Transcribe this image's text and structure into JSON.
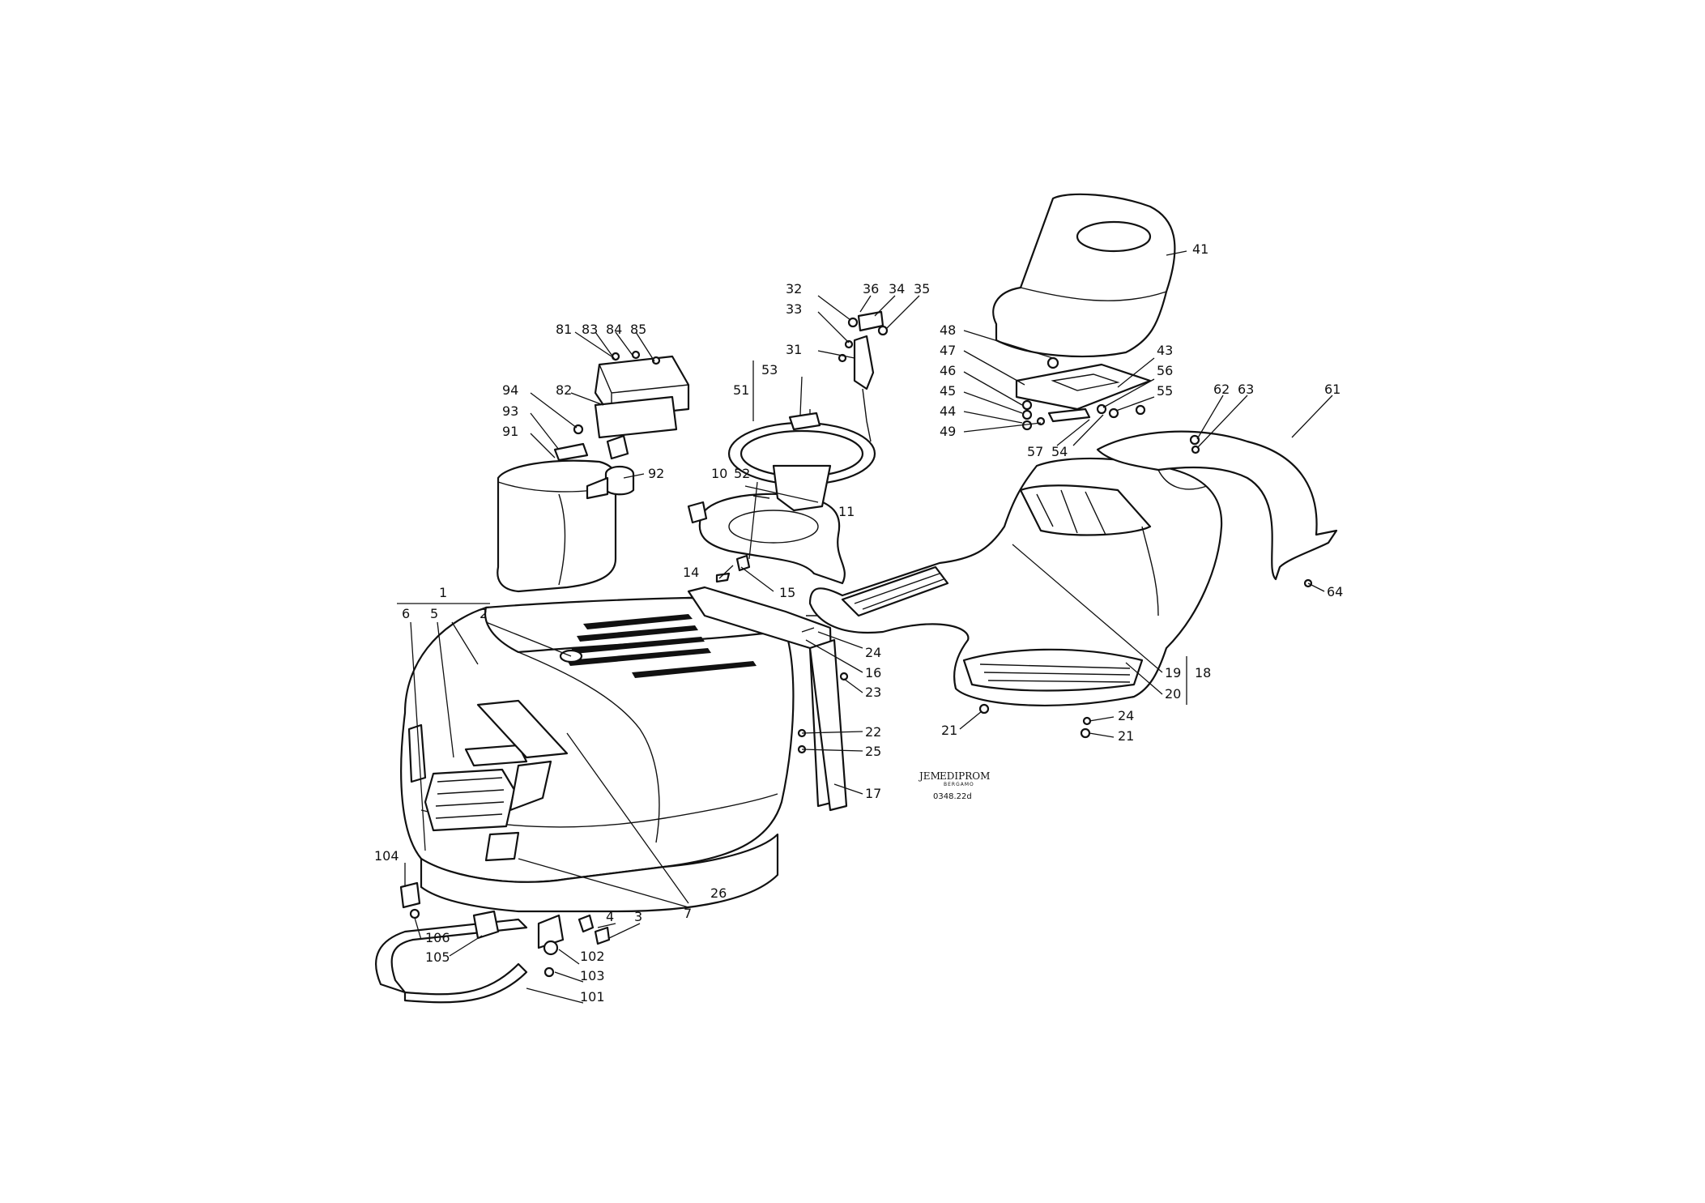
{
  "drawing": {
    "logo": {
      "name": "EDIPROM",
      "sub": "BERGAMO",
      "mark": "JEM"
    },
    "code": "0348.22d"
  },
  "callouts": {
    "c1": "1",
    "c2": "2",
    "c3": "3",
    "c4": "4",
    "c5": "5",
    "c6": "6",
    "c7": "7",
    "c10": "10",
    "c11": "11",
    "c14": "14",
    "c15": "15",
    "c16": "16",
    "c17": "17",
    "c18": "18",
    "c19": "19",
    "c20": "20",
    "c21a": "21",
    "c21b": "21",
    "c22": "22",
    "c23": "23",
    "c24a": "24",
    "c24b": "24",
    "c25": "25",
    "c26": "26",
    "c31": "31",
    "c32": "32",
    "c33": "33",
    "c34": "34",
    "c35": "35",
    "c36": "36",
    "c41": "41",
    "c43": "43",
    "c44": "44",
    "c45": "45",
    "c46": "46",
    "c47": "47",
    "c48": "48",
    "c49": "49",
    "c51": "51",
    "c52": "52",
    "c53": "53",
    "c54": "54",
    "c55": "55",
    "c56": "56",
    "c57": "57",
    "c61": "61",
    "c62": "62",
    "c63": "63",
    "c64": "64",
    "c81": "81",
    "c82": "82",
    "c83": "83",
    "c84": "84",
    "c85": "85",
    "c91": "91",
    "c92": "92",
    "c93": "93",
    "c94": "94",
    "c101": "101",
    "c102": "102",
    "c103": "103",
    "c104": "104",
    "c105": "105",
    "c106": "106"
  }
}
